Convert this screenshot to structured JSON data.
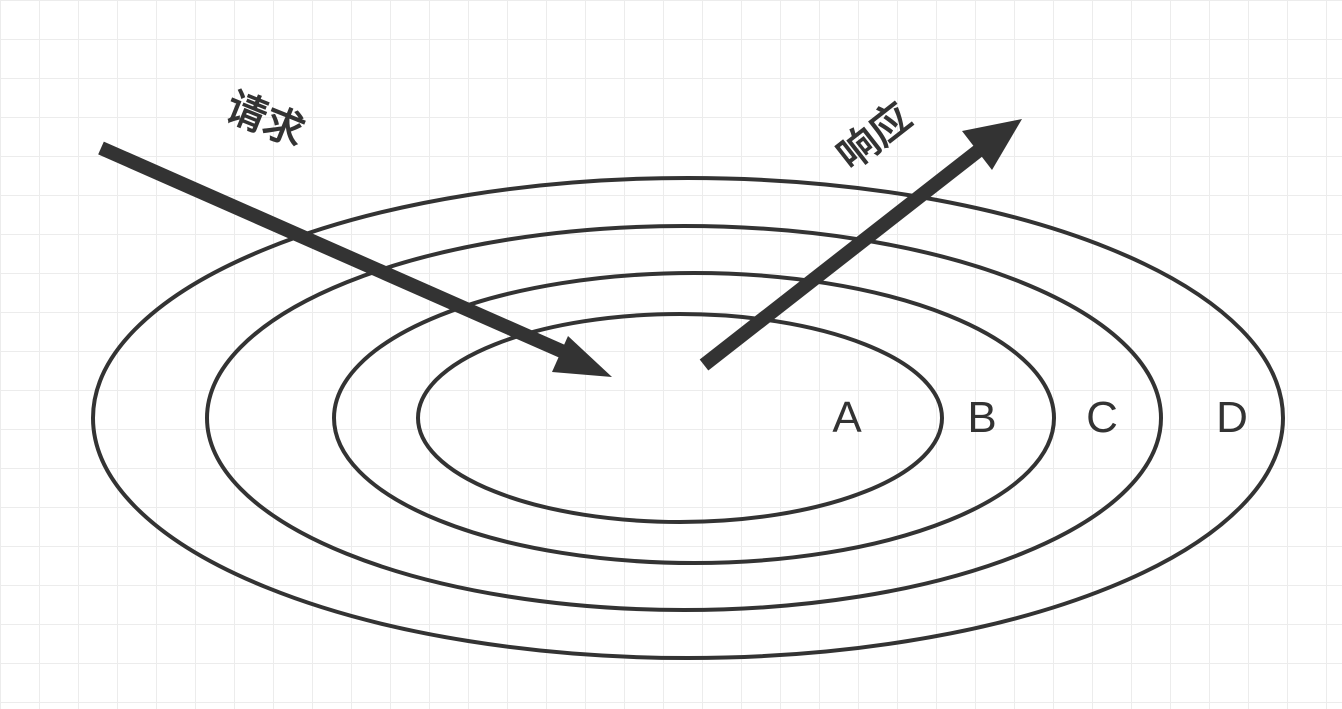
{
  "diagram": {
    "rings": [
      {
        "label": "A"
      },
      {
        "label": "B"
      },
      {
        "label": "C"
      },
      {
        "label": "D"
      }
    ],
    "arrows": {
      "request": {
        "label": "请求"
      },
      "response": {
        "label": "响应"
      }
    },
    "colors": {
      "stroke": "#333333",
      "grid": "#ececec",
      "background": "#ffffff"
    }
  }
}
